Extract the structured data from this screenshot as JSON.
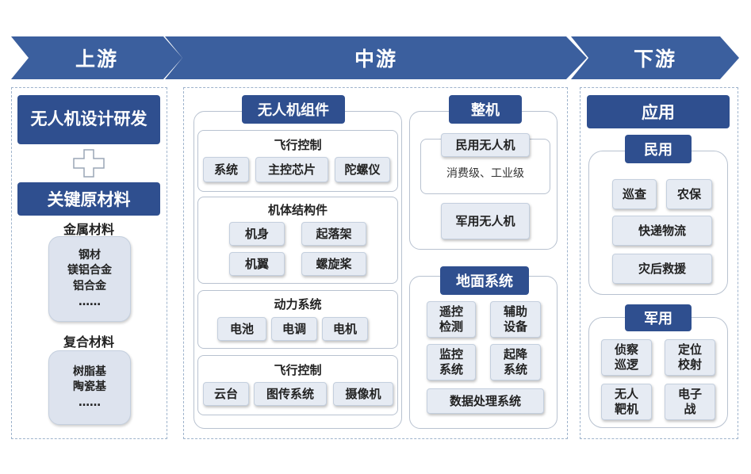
{
  "stages": {
    "upstream": "上游",
    "midstream": "中游",
    "downstream": "下游"
  },
  "upstream": {
    "design_title": "无人机设计研发",
    "plus_symbol": "+",
    "materials_title": "关键原材料",
    "metal_label": "金属材料",
    "metal_items": "钢材\n镁铝合金\n铝合金\n……",
    "composite_label": "复合材料",
    "composite_items": "树脂基\n陶瓷基\n……"
  },
  "midstream": {
    "components_title": "无人机组件",
    "flight_control": {
      "label": "飞行控制",
      "items": [
        "系统",
        "主控芯片",
        "陀螺仪"
      ]
    },
    "airframe": {
      "label": "机体结构件",
      "items": [
        "机身",
        "起落架",
        "机翼",
        "螺旋桨"
      ]
    },
    "power": {
      "label": "动力系统",
      "items": [
        "电池",
        "电调",
        "电机"
      ]
    },
    "payload": {
      "label": "飞行控制",
      "items": [
        "云台",
        "图传系统",
        "摄像机"
      ]
    },
    "whole_title": "整机",
    "civil_uav": "民用无人机",
    "civil_grades": "消费级、工业级",
    "military_uav": "军用无人机",
    "ground_title": "地面系统",
    "ground_items": [
      "遥控\n检测",
      "辅助\n设备",
      "监控\n系统",
      "起降\n系统"
    ],
    "data_system": "数据处理系统"
  },
  "downstream": {
    "application_title": "应用",
    "civil_title": "民用",
    "civil_items": [
      "巡查",
      "农保",
      "快递物流",
      "灾后救援"
    ],
    "military_title": "军用",
    "military_items": [
      "侦察\n巡逻",
      "定位\n校射",
      "无人\n靶机",
      "电子\n战"
    ]
  },
  "colors": {
    "arrow": "#3b5f9e",
    "header": "#2f4f8f",
    "item": "#e6ebf3"
  }
}
